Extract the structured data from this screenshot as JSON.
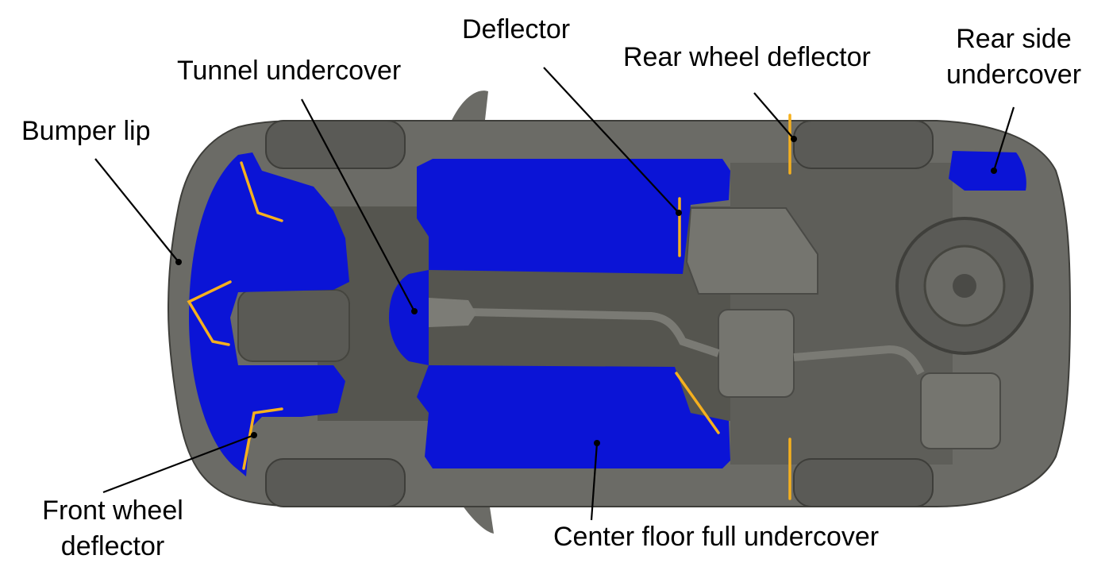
{
  "labels": {
    "deflector": "Deflector",
    "tunnel_undercover": "Tunnel undercover",
    "rear_wheel_deflector": "Rear wheel deflector",
    "rear_side_undercover_line1": "Rear side",
    "rear_side_undercover_line2": "undercover",
    "bumper_lip": "Bumper lip",
    "front_wheel_deflector_line1": "Front wheel",
    "front_wheel_deflector_line2": "deflector",
    "center_floor_full_undercover": "Center floor full undercover"
  },
  "colors": {
    "body_gray": "#6b6b66",
    "body_dark": "#4a4a46",
    "panel_blue": "#0b14d6",
    "deflector_orange": "#f5b01e",
    "tire": "#5a5a56"
  }
}
